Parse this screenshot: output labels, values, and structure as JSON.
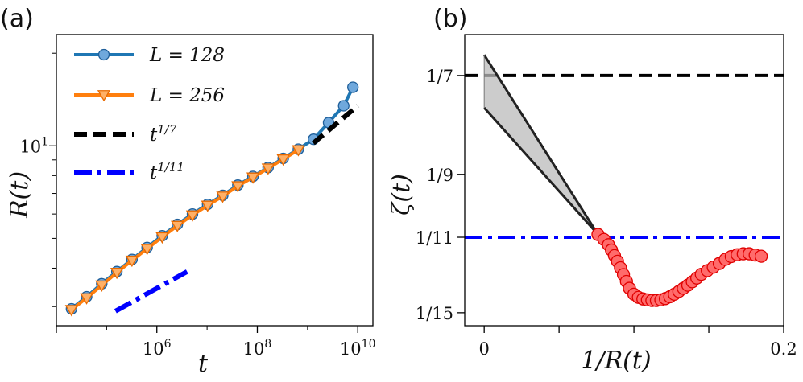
{
  "chart_data": [
    {
      "panel": "(a)",
      "type": "line",
      "xlabel": "t",
      "ylabel": "R(t)",
      "xscale": "log",
      "yscale": "log",
      "xlim": [
        10000.0,
        20000000000.0
      ],
      "ylim": [
        2.6,
        23
      ],
      "xticks": [
        {
          "value": 1000000.0,
          "label": "10^6"
        },
        {
          "value": 100000000.0,
          "label": "10^8"
        },
        {
          "value": 10000000000.0,
          "label": "10^10"
        }
      ],
      "yticks": [
        {
          "value": 10,
          "label": "10^1"
        }
      ],
      "legend_position": "top-left",
      "series": [
        {
          "name": "L = 128",
          "color": "#1f77b4",
          "marker": "circle",
          "x": [
            20000.0,
            40000.0,
            80000.0,
            160000.0,
            320000.0,
            640000.0,
            1280000.0,
            2560000.0,
            5120000.0,
            10240000.0,
            20480000.0,
            40960000.0,
            81920000.0,
            163840000.0,
            327680000.0,
            655360000.0,
            1310720000.0,
            2621440000.0,
            5242880000.0,
            8000000000.0
          ],
          "y": [
            2.95,
            3.23,
            3.56,
            3.9,
            4.27,
            4.67,
            5.1,
            5.55,
            6.0,
            6.45,
            6.9,
            7.45,
            7.95,
            8.5,
            9.1,
            9.75,
            10.5,
            11.9,
            13.5,
            15.5
          ]
        },
        {
          "name": "L = 256",
          "color": "#ff7f0e",
          "marker": "triangle-down",
          "x": [
            20000.0,
            40000.0,
            80000.0,
            160000.0,
            320000.0,
            640000.0,
            1280000.0,
            2560000.0,
            5120000.0,
            10240000.0,
            20480000.0,
            40960000.0,
            81920000.0,
            163840000.0,
            327680000.0,
            655360000.0
          ],
          "y": [
            2.93,
            3.2,
            3.52,
            3.87,
            4.24,
            4.63,
            5.05,
            5.5,
            5.95,
            6.4,
            6.85,
            7.4,
            7.9,
            8.45,
            9.05,
            9.7
          ]
        },
        {
          "name": "t^{1/7}",
          "color": "#000000",
          "style": "dashed",
          "x": [
            1300000000.0,
            10000000000.0
          ],
          "y": [
            10.2,
            13.5
          ]
        },
        {
          "name": "t^{1/11}",
          "color": "#0000ff",
          "style": "dashdot",
          "x": [
            150000.0,
            4000000.0
          ],
          "y": [
            2.9,
            3.9
          ]
        }
      ]
    },
    {
      "panel": "(b)",
      "type": "line",
      "xlabel": "1/R(t)",
      "ylabel": "ζ(t)",
      "xlim": [
        -0.013,
        0.2
      ],
      "ylim": [
        0.0625,
        0.156
      ],
      "xticks": [
        {
          "value": 0,
          "label": "0"
        },
        {
          "value": 0.05,
          "label": ""
        },
        {
          "value": 0.1,
          "label": ""
        },
        {
          "value": 0.15,
          "label": ""
        },
        {
          "value": 0.2,
          "label": "0.2"
        }
      ],
      "yticks": [
        {
          "value": 0.142857,
          "label": "1/7"
        },
        {
          "value": 0.111111,
          "label": "1/9"
        },
        {
          "value": 0.090909,
          "label": "1/11"
        },
        {
          "value": 0.066667,
          "label": "1/15"
        }
      ],
      "hlines": [
        {
          "value": 0.142857,
          "color": "#000000",
          "style": "dashed"
        },
        {
          "value": 0.090909,
          "color": "#0000ff",
          "style": "dashdot"
        }
      ],
      "shaded_region": {
        "color": "#bbbbbb",
        "upper": {
          "x": [
            0,
            0.076
          ],
          "y": [
            0.1495,
            0.0918
          ]
        },
        "lower": {
          "x": [
            0,
            0.076
          ],
          "y": [
            0.1325,
            0.0918
          ]
        }
      },
      "series": [
        {
          "name": "",
          "color": "#ff4444",
          "marker": "circle",
          "x": [
            0.076,
            0.08,
            0.083,
            0.085,
            0.087,
            0.089,
            0.091,
            0.093,
            0.095,
            0.097,
            0.1,
            0.103,
            0.106,
            0.109,
            0.112,
            0.115,
            0.118,
            0.121,
            0.124,
            0.127,
            0.13,
            0.133,
            0.136,
            0.139,
            0.142,
            0.145,
            0.149,
            0.153,
            0.157,
            0.161,
            0.165,
            0.169,
            0.173,
            0.177,
            0.181,
            0.185
          ],
          "y": [
            0.0918,
            0.0902,
            0.0885,
            0.0868,
            0.085,
            0.0832,
            0.0811,
            0.0789,
            0.0767,
            0.0745,
            0.0726,
            0.0716,
            0.0711,
            0.0708,
            0.0706,
            0.0706,
            0.0708,
            0.0712,
            0.0718,
            0.0726,
            0.0735,
            0.0745,
            0.0755,
            0.0766,
            0.0778,
            0.079,
            0.0802,
            0.0813,
            0.0825,
            0.0838,
            0.0847,
            0.0853,
            0.0856,
            0.0856,
            0.0852,
            0.0848
          ]
        }
      ]
    }
  ]
}
